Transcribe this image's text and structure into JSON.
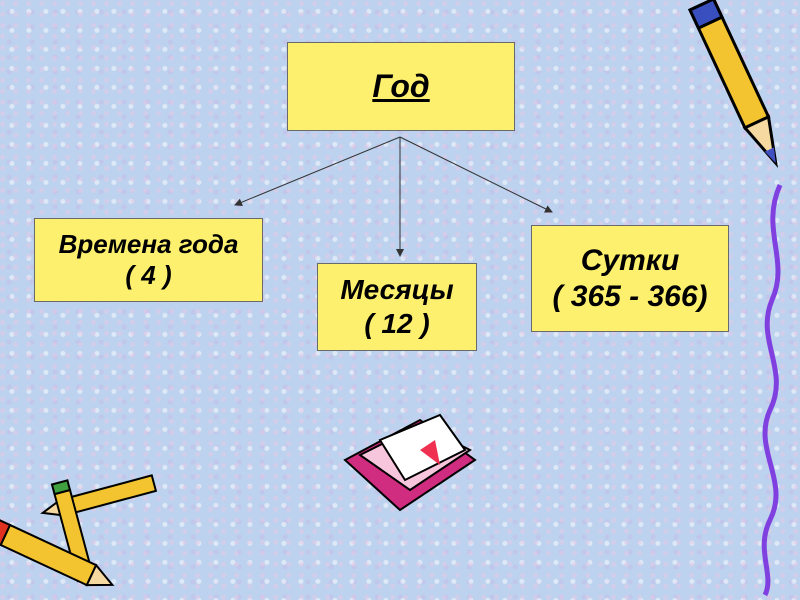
{
  "root": {
    "label": "Год"
  },
  "children": [
    {
      "title": "Времена года",
      "count": "( 4 )"
    },
    {
      "title": "Месяцы",
      "count": "( 12 )"
    },
    {
      "title": "Сутки",
      "count": "( 365 - 366)"
    }
  ]
}
